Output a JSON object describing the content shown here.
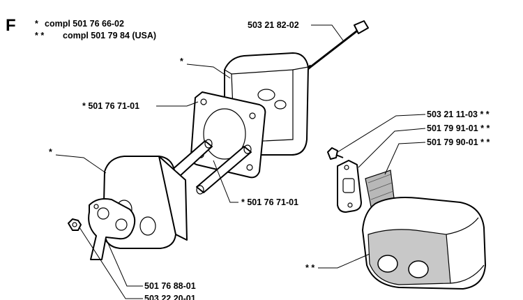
{
  "section_letter": "F",
  "notes": [
    {
      "mark": "*",
      "text": "compl 501 76 66-02"
    },
    {
      "mark": "* *",
      "text": "compl 501 79 84 (USA)"
    }
  ],
  "callouts": {
    "bolt": "503 21 82-02",
    "rear_cover": "*",
    "gasket_top": "* 501 76 71-01",
    "front_body": "*",
    "tube": "* 501 76 71-01",
    "screw": "503 21 11-03  * *",
    "plate_usa": "501 79 91-01  * *",
    "screen_usa": "501 79 90-01  * *",
    "muffler_usa": "* *",
    "flange": "501 76 88-01",
    "nut": "503 22 20-01"
  }
}
